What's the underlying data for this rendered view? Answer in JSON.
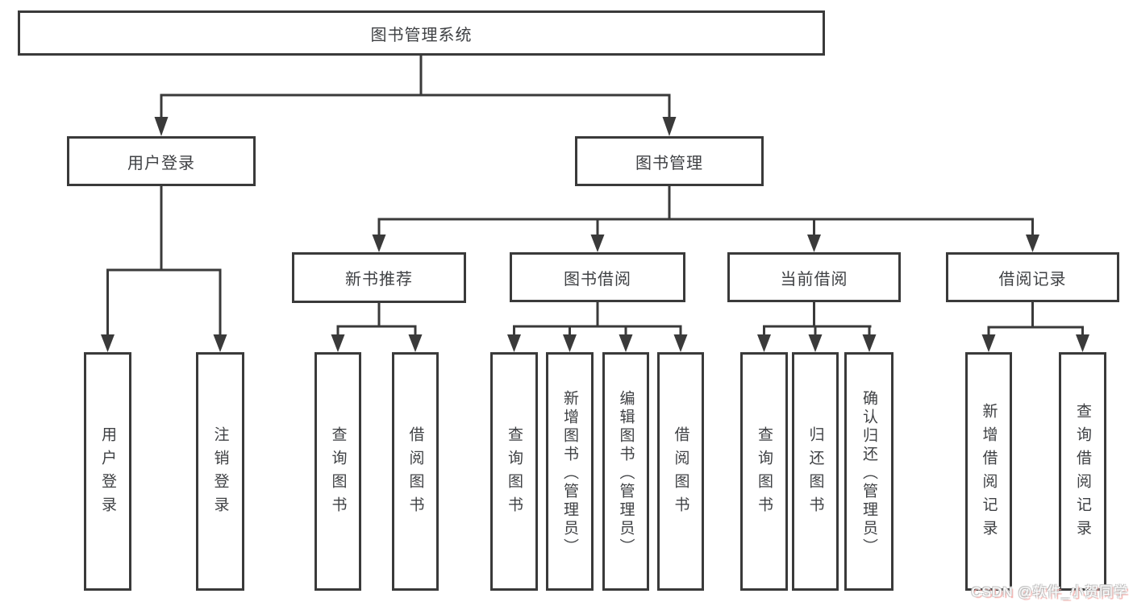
{
  "diagram": {
    "title": "图书管理系统",
    "colors": {
      "line": "#3a3a3a",
      "text": "#3f4144",
      "background": "#ffffff"
    },
    "nodes": {
      "root": "图书管理系统",
      "user_login": "用户登录",
      "book_mgmt": "图书管理",
      "new_book_rec": "新书推荐",
      "book_borrow": "图书借阅",
      "current_borrow": "当前借阅",
      "borrow_records": "借阅记录",
      "ul_user_login": "用户登录",
      "ul_logout": "注销登录",
      "nbr_query_book": "查询图书",
      "nbr_borrow_book": "借阅图书",
      "bb_query_book": "查询图书",
      "bb_add_book": "新增图书（管理员）",
      "bb_edit_book": "编辑图书（管理员）",
      "bb_borrow_book": "借阅图书",
      "cb_query_book": "查询图书",
      "cb_return_book": "归还图书",
      "cb_confirm_return": "确认归还（管理员）",
      "br_add_record": "新增借阅记录",
      "br_query_record": "查询借阅记录"
    },
    "hierarchy": [
      {
        "parent": "图书管理系统",
        "children": [
          "用户登录",
          "图书管理"
        ]
      },
      {
        "parent": "用户登录",
        "children": [
          "用户登录",
          "注销登录"
        ]
      },
      {
        "parent": "图书管理",
        "children": [
          "新书推荐",
          "图书借阅",
          "当前借阅",
          "借阅记录"
        ]
      },
      {
        "parent": "新书推荐",
        "children": [
          "查询图书",
          "借阅图书"
        ]
      },
      {
        "parent": "图书借阅",
        "children": [
          "查询图书",
          "新增图书（管理员）",
          "编辑图书（管理员）",
          "借阅图书"
        ]
      },
      {
        "parent": "当前借阅",
        "children": [
          "查询图书",
          "归还图书",
          "确认归还（管理员）"
        ]
      },
      {
        "parent": "借阅记录",
        "children": [
          "新增借阅记录",
          "查询借阅记录"
        ]
      }
    ]
  },
  "watermark": "CSDN @软件_小贺同学"
}
